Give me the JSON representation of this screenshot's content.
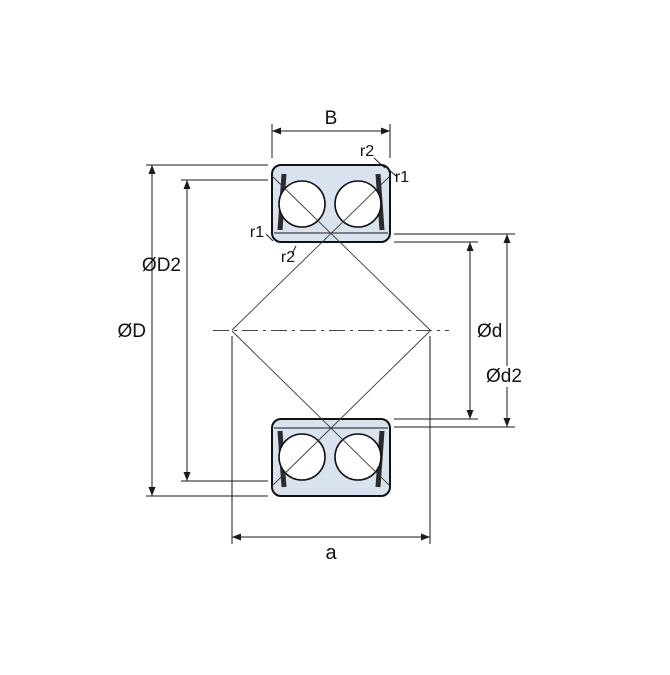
{
  "diagram": {
    "type": "double-row-angular-contact-bearing-cross-section",
    "labels": {
      "width": "B",
      "outer_corner_r2": "r2",
      "outer_corner_r1": "r1",
      "inner_corner_r1": "r1",
      "inner_corner_r2": "r2",
      "recess_diameter": "ØD2",
      "outer_diameter": "ØD",
      "bore_diameter": "Ød",
      "shoulder_diameter": "Ød2",
      "contact_distance": "a"
    },
    "colors": {
      "line": "#1a1a1a",
      "ring_fill": "#d9e3ef",
      "seal": "#2b2b2b",
      "ball_fill": "#ffffff",
      "background": "#ffffff"
    }
  }
}
